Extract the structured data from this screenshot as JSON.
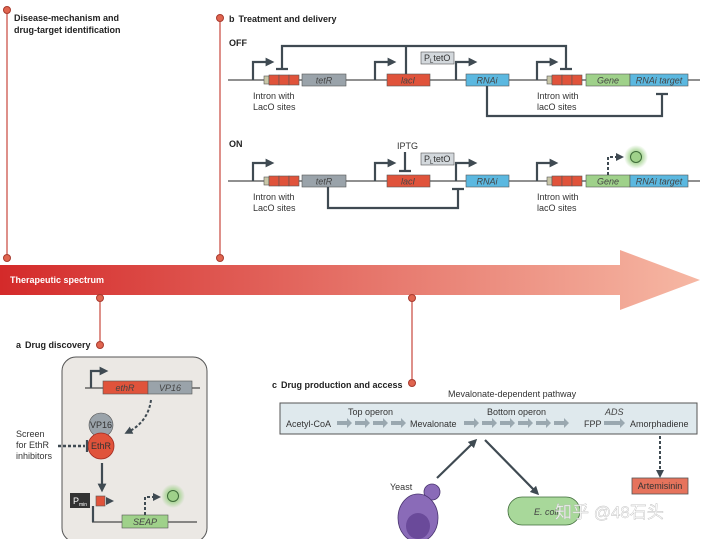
{
  "colors": {
    "red": "#e0533b",
    "grey": "#9aa3aa",
    "blue": "#5bb8e0",
    "green": "#9fd18a",
    "band_start": "#d42a2a",
    "band_end": "#f6b8a4",
    "panel_bg": "#ebe8e4",
    "pathway_bg": "#dfe9ed",
    "ecoli": "#a8d89a",
    "yeast": "#8a6bb8"
  },
  "timeline": {
    "label": "Therapeutic spectrum"
  },
  "disease": {
    "line1": "Disease-mechanism and",
    "line2": "drug-target identification"
  },
  "b": {
    "letter": "b",
    "title": "Treatment and delivery",
    "off": {
      "label": "OFF"
    },
    "on": {
      "label": "ON",
      "inducer": "IPTG"
    },
    "genes": {
      "tetR": "tetR",
      "lacI": "lacI",
      "rnai": "RNAi",
      "gene": "Gene",
      "target": "RNAi target",
      "promoter": "PLtetO",
      "promoter_main": "P",
      "promoter_sub": "L",
      "promoter_rest": "tetO"
    },
    "intron1": {
      "l1": "Intron with",
      "l2": "LacO sites"
    },
    "intron2": {
      "l1": "Intron with",
      "l2": "lacO sites"
    }
  },
  "a": {
    "letter": "a",
    "title": "Drug discovery",
    "ethR": "ethR",
    "vp16": "VP16",
    "vp16_protein": "VP16",
    "ethR_protein": "EthR",
    "screen": {
      "l1": "Screen",
      "l2": "for EthR",
      "l3": "inhibitors"
    },
    "pmin_main": "P",
    "pmin_sub": "min",
    "seap": "SEAP"
  },
  "c": {
    "letter": "c",
    "title": "Drug production and access",
    "pathway": "Mevalonate-dependent pathway",
    "acetyl": "Acetyl-CoA",
    "top": "Top operon",
    "mevalonate": "Mevalonate",
    "bottom": "Bottom operon",
    "fpp": "FPP",
    "ads": "ADS",
    "amorph": "Amorphadiene",
    "yeast": "Yeast",
    "ecoli": "E. coli",
    "artemisinin": "Artemisinin"
  },
  "watermark": "知乎 @48石头"
}
